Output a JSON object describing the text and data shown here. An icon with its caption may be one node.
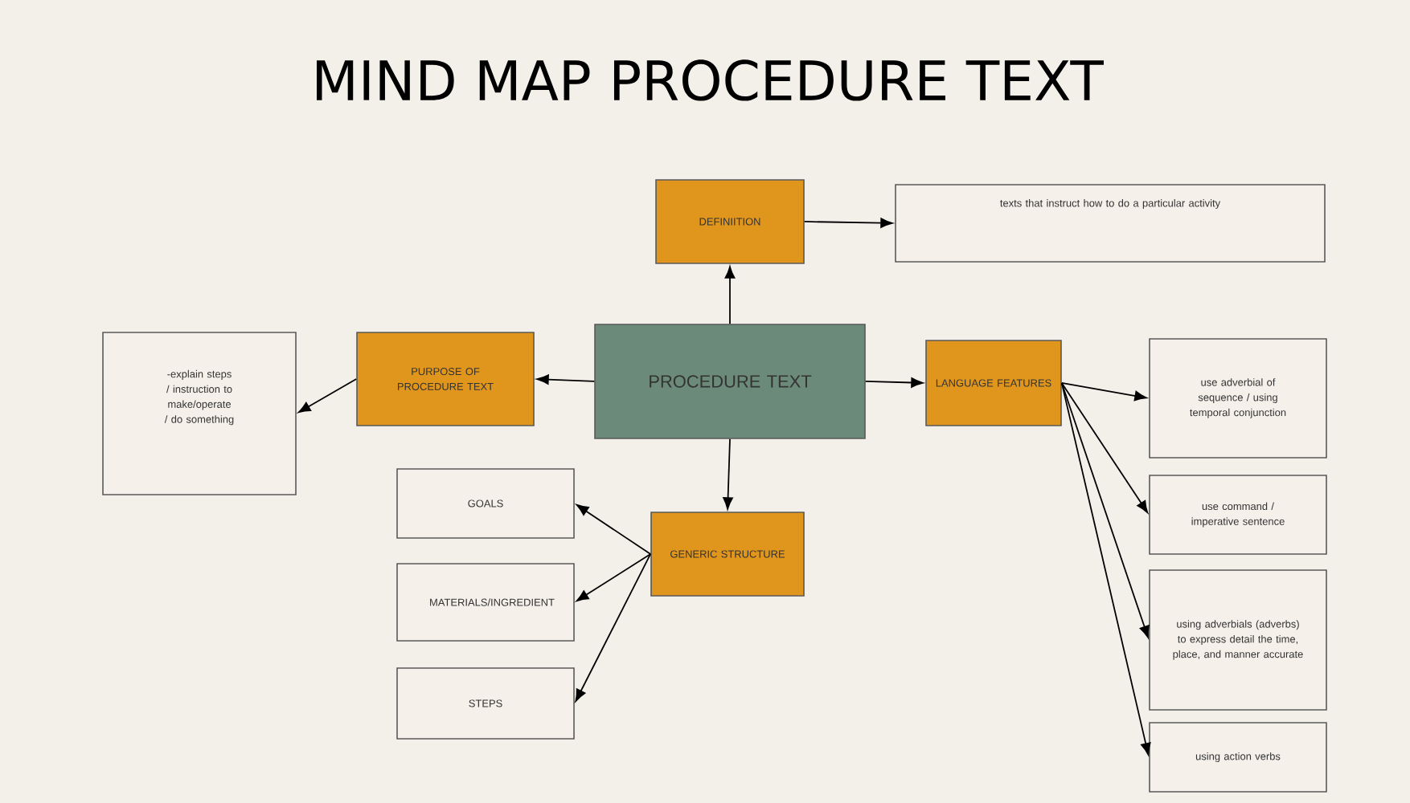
{
  "diagram": {
    "title": "MIND MAP PROCEDURE TEXT",
    "nodes": [
      {
        "text": [
          "PROCEDURE TEXT"
        ]
      },
      {
        "text": [
          "DEFINIITION"
        ]
      },
      {
        "text": [
          "texts that instruct how to do a particular activity"
        ]
      },
      {
        "text": [
          "PURPOSE OF PROCEDURE TEXT"
        ]
      },
      {
        "text": [
          "-explain steps / instruction to make/operate / do something"
        ]
      },
      {
        "text": [
          "LANGUAGE FEATURES"
        ]
      },
      {
        "text": [
          "use adverbial of sequence / using temporal conjunction"
        ]
      },
      {
        "text": [
          "use command / imperative sentence"
        ]
      },
      {
        "text": [
          "using adverbials (adverbs) to express detail the time, place, and manner accurate"
        ]
      },
      {
        "text": [
          "using action verbs"
        ]
      },
      {
        "text": [
          "GENERIC STRUCTURE"
        ]
      },
      {
        "text": [
          "GOALS"
        ]
      },
      {
        "text": [
          "MATERIALS/INGREDIENT"
        ]
      },
      {
        "text": [
          "STEPS"
        ]
      }
    ],
    "edges": [
      {
        "from": 0,
        "to": 1,
        "arrow": "to"
      },
      {
        "from": 1,
        "to": 2,
        "arrow": "to"
      },
      {
        "from": 0,
        "to": 3,
        "arrow": "to"
      },
      {
        "from": 3,
        "to": 4,
        "arrow": "to"
      },
      {
        "from": 0,
        "to": 5,
        "arrow": "to"
      },
      {
        "from": 5,
        "to": 6,
        "arrow": "to"
      },
      {
        "from": 5,
        "to": 7,
        "arrow": "to"
      },
      {
        "from": 5,
        "to": 8,
        "arrow": "to"
      },
      {
        "from": 5,
        "to": 9,
        "arrow": "to"
      },
      {
        "from": 0,
        "to": 10,
        "arrow": "to"
      },
      {
        "from": 10,
        "to": 11,
        "arrow": "to"
      },
      {
        "from": 10,
        "to": 12,
        "arrow": "to"
      },
      {
        "from": 10,
        "to": 13,
        "arrow": "to"
      }
    ]
  }
}
